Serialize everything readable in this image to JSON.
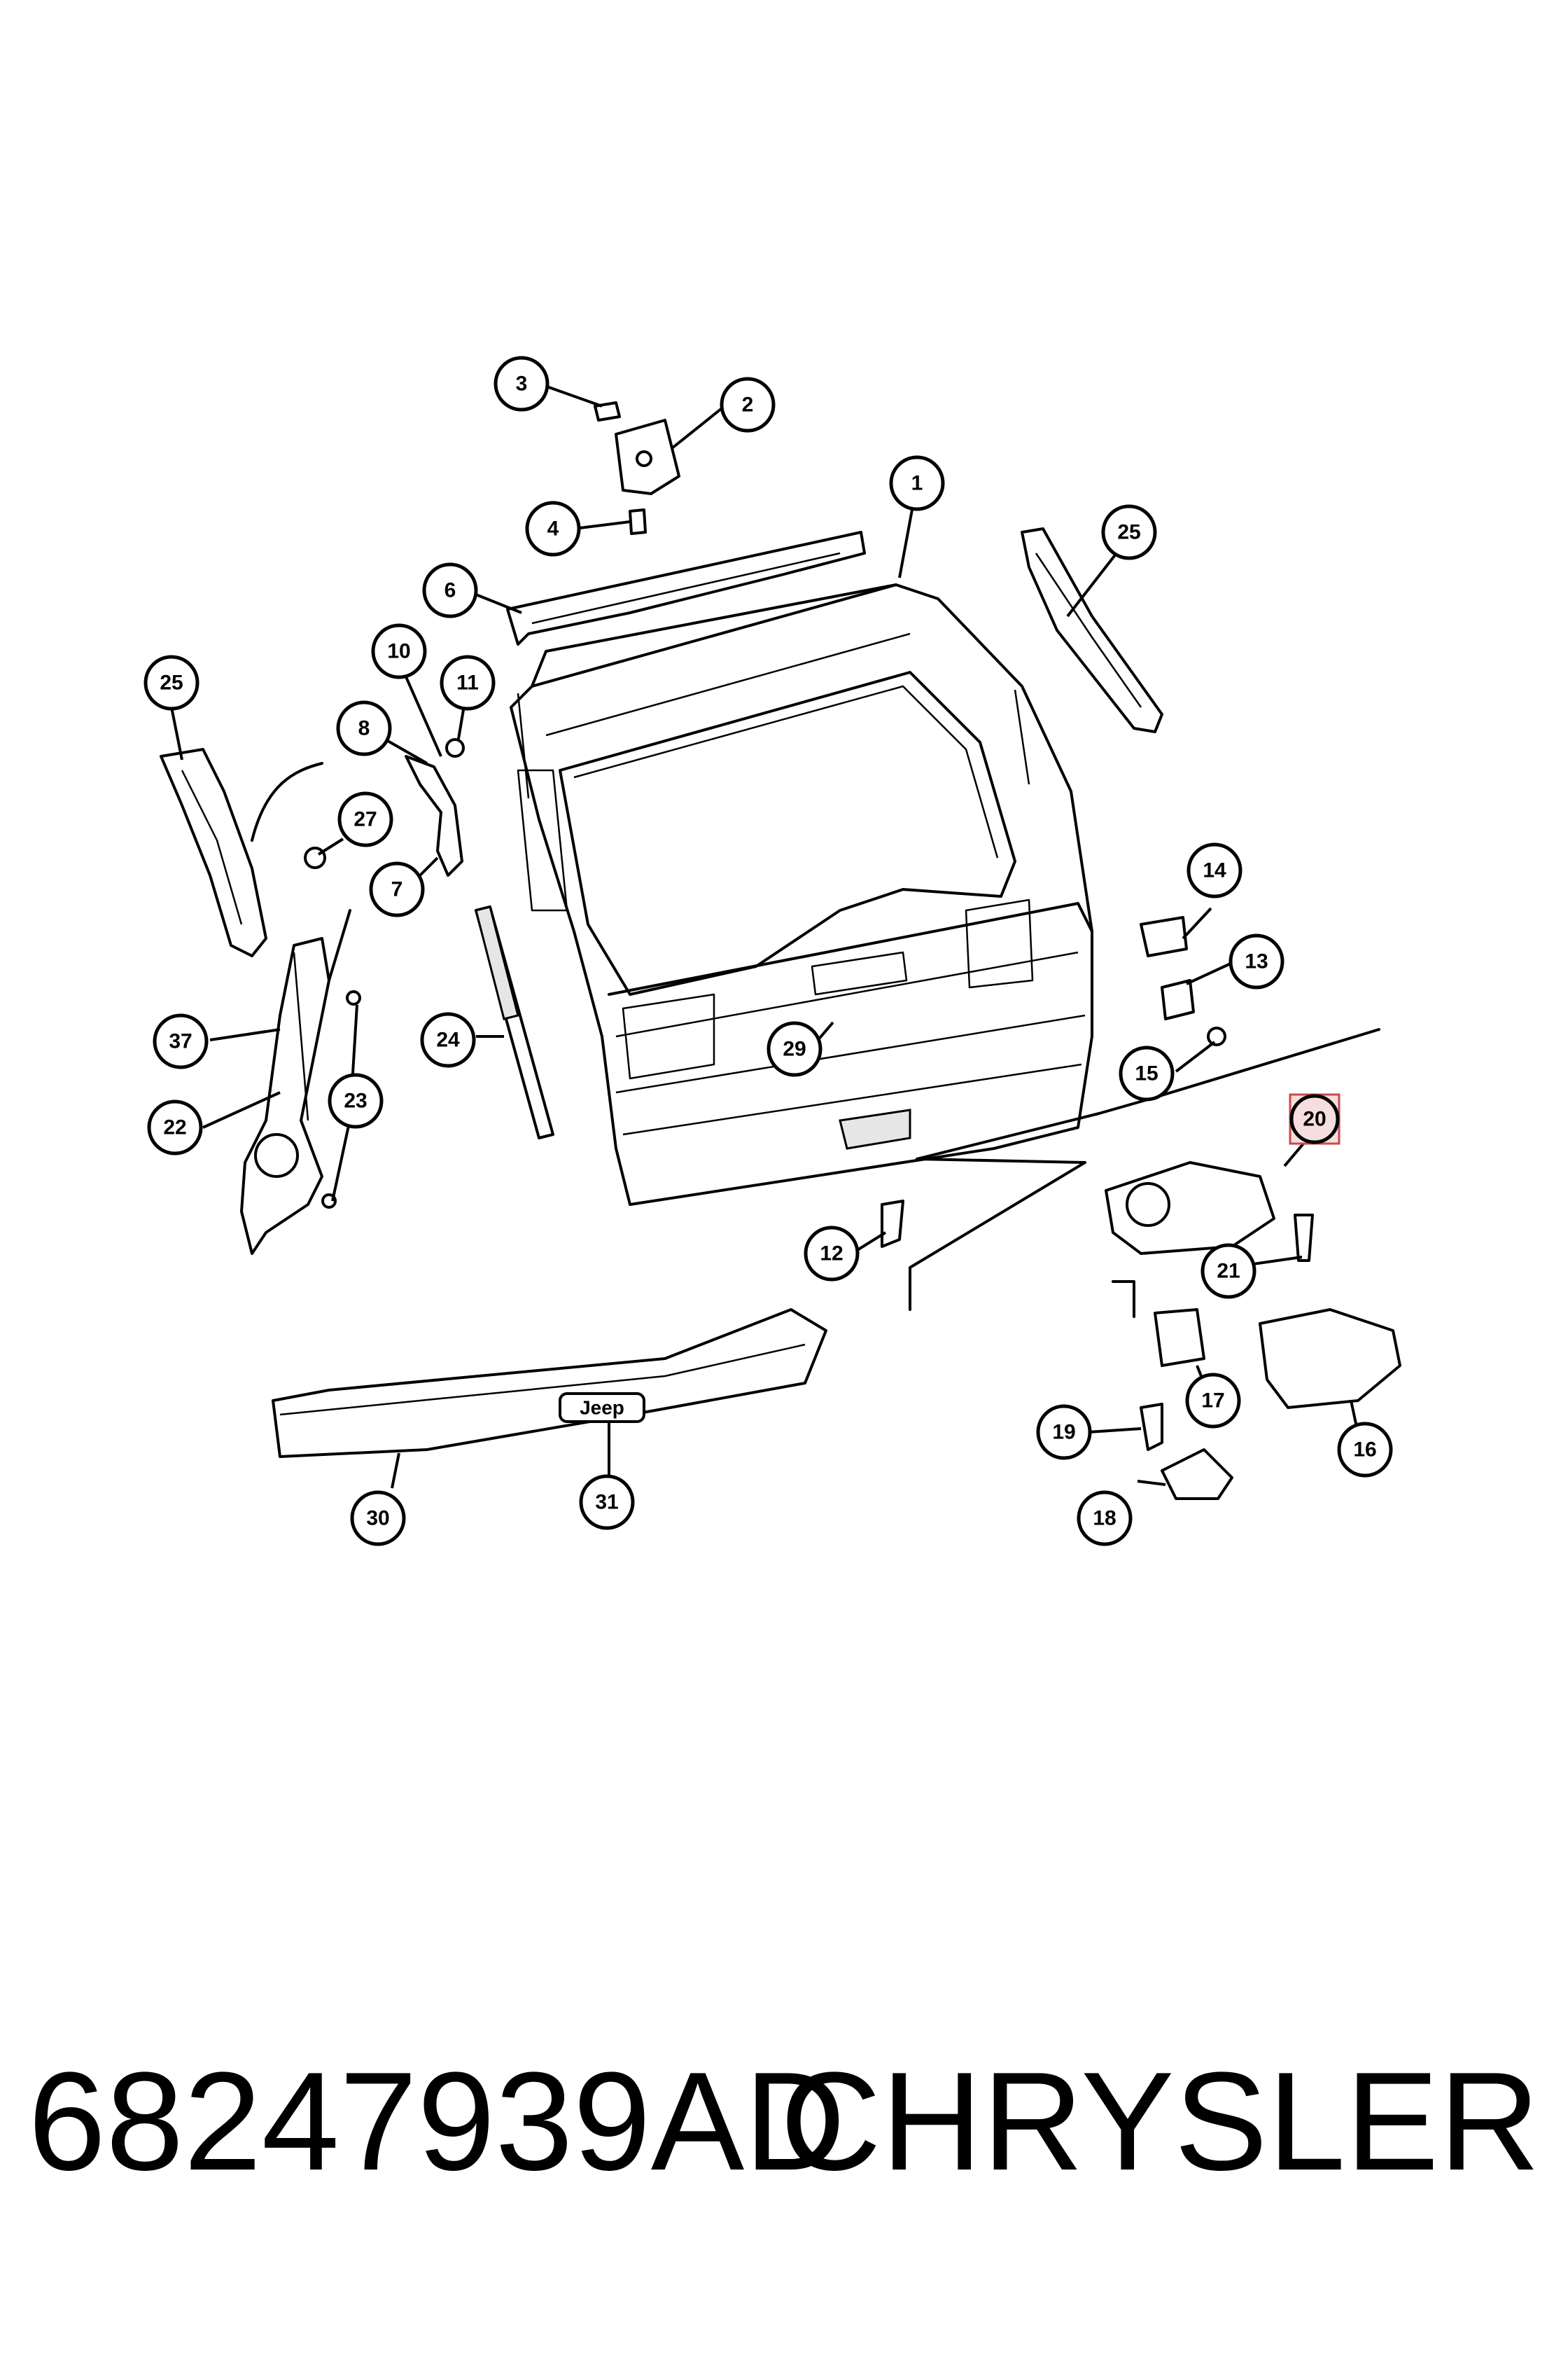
{
  "diagram": {
    "callouts": [
      "1",
      "2",
      "3",
      "4",
      "6",
      "7",
      "8",
      "10",
      "11",
      "12",
      "13",
      "14",
      "15",
      "16",
      "17",
      "18",
      "19",
      "20",
      "21",
      "22",
      "23",
      "24",
      "25",
      "25",
      "27",
      "29",
      "30",
      "31",
      "37"
    ],
    "highlighted_callout": "20",
    "emblem_text": "Jeep",
    "colors": {
      "line": "#000000",
      "highlight_fill": "#f7dede",
      "highlight_stroke": "#c84a4a"
    }
  },
  "footer": {
    "part_number": "68247939AD",
    "manufacturer": "CHRYSLER"
  }
}
